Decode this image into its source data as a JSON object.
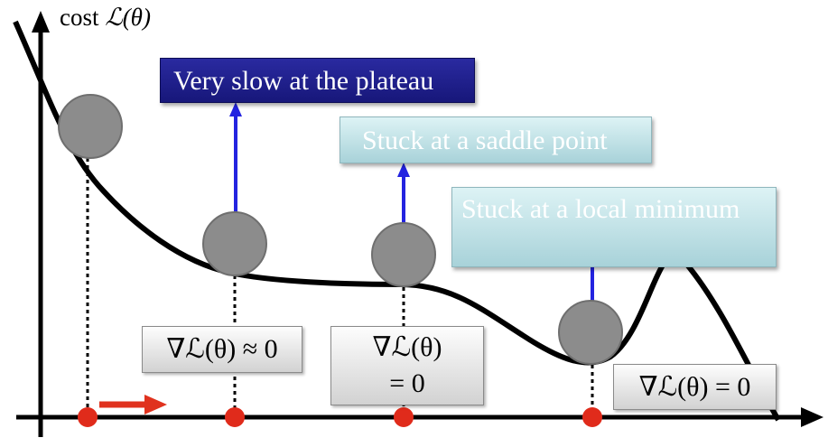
{
  "axis": {
    "y_label_prefix": "cost ",
    "y_label_math": "ℒ(θ)"
  },
  "callouts": {
    "plateau": "Very slow at the plateau",
    "saddle": "Stuck at a saddle point",
    "local_min": "Stuck at a local minimum"
  },
  "gradient_labels": {
    "plateau": "∇ℒ(θ) ≈ 0",
    "saddle_line1": "∇ℒ(θ)",
    "saddle_line2": "= 0",
    "local_min": "∇ℒ(θ) = 0"
  },
  "colors": {
    "curve": "#000000",
    "ball": "#8c8c8c",
    "point": "#e02b1b",
    "arrow_blue": "#2323e0",
    "arrow_red": "#e0321e",
    "plateau_box": "#17177a",
    "light_box": "#b9dde2"
  }
}
